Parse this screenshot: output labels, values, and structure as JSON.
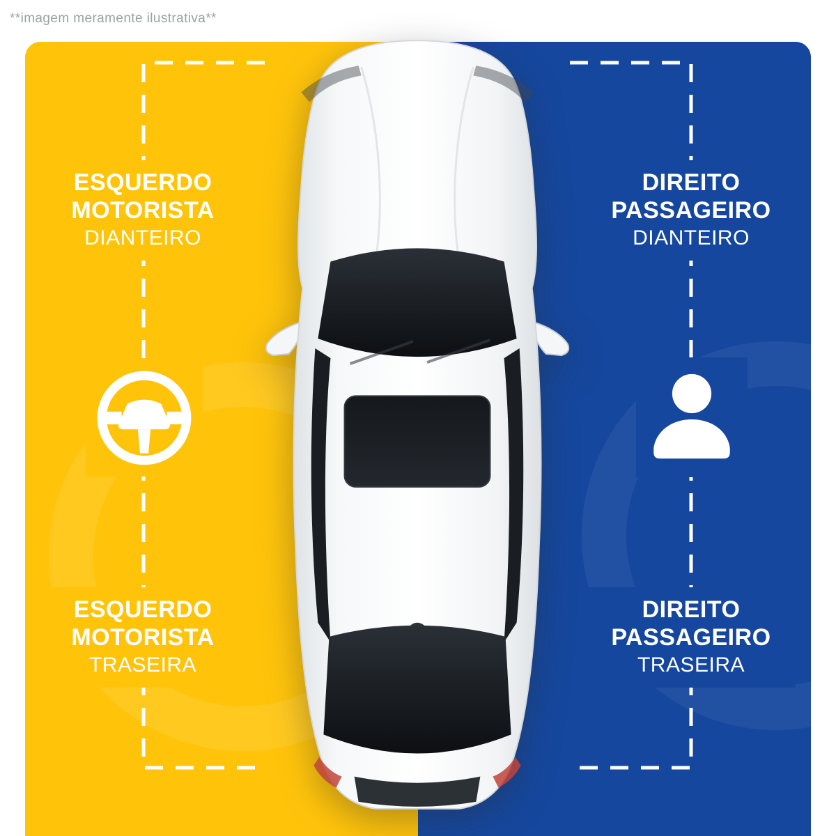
{
  "disclaimer": "**imagem meramente ilustrativa**",
  "panels": {
    "left": {
      "color": "#FFC40A",
      "side_meaning": "driver-side",
      "front_label": {
        "line1": "ESQUERDO",
        "line2": "MOTORISTA",
        "line3": "DIANTEIRO"
      },
      "rear_label": {
        "line1": "ESQUERDO",
        "line2": "MOTORISTA",
        "line3": "TRASEIRA"
      },
      "icon": "steering-wheel-icon"
    },
    "right": {
      "color": "#15479E",
      "side_meaning": "passenger-side",
      "front_label": {
        "line1": "DIREITO",
        "line2": "PASSAGEIRO",
        "line3": "DIANTEIRO"
      },
      "rear_label": {
        "line1": "DIREITO",
        "line2": "PASSAGEIRO",
        "line3": "TRASEIRA"
      },
      "icon": "person-icon"
    }
  }
}
